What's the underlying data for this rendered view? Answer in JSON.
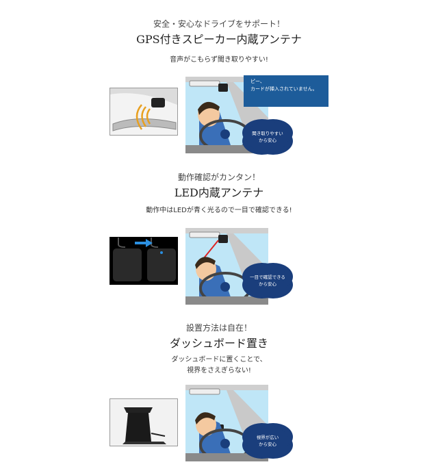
{
  "sections": [
    {
      "kicker": "安全・安心なドライブをサポート！",
      "heading": "GPS付きスピーカー内蔵アンテナ",
      "description": "音声がこもらず聞き取りやすい!",
      "speech_bubble": [
        "ピー、",
        "カードが挿入されていません。"
      ],
      "cloud": [
        "聞き取りやすい",
        "から安心"
      ]
    },
    {
      "kicker": "動作確認がカンタン！",
      "heading": "LED内蔵アンテナ",
      "description": "動作中はLEDが青く光るので一目で確認できる!",
      "cloud": [
        "一目で確認できる",
        "から安心"
      ]
    },
    {
      "kicker": "設置方法は自在！",
      "heading": "ダッシュボード置き",
      "description_lines": [
        "ダッシュボードに置くことで、",
        "視界をさえぎらない!"
      ],
      "cloud": [
        "視界が広い",
        "から安心"
      ]
    }
  ],
  "colors": {
    "cloud": "#1a3e7c",
    "bubble": "#1d5c9a",
    "sky": "#bfe6f7",
    "led": "#2b8fe0",
    "arrow": "#2b8fe0",
    "sound_waves": "#e8a020"
  }
}
